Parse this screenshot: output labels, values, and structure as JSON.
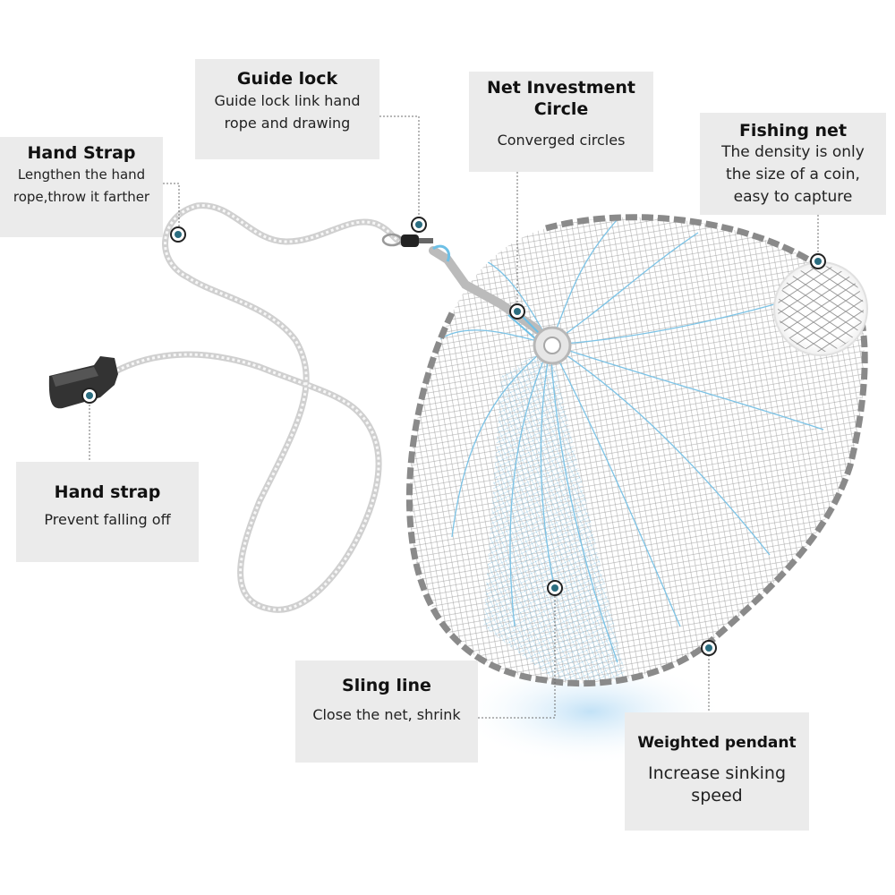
{
  "callouts": {
    "hand_strap_top": {
      "title": "Hand Strap",
      "lines": [
        "Lengthen the hand",
        "rope,throw it farther"
      ]
    },
    "guide_lock": {
      "title": "Guide lock",
      "lines": [
        "Guide lock link hand",
        "rope and drawing"
      ]
    },
    "net_circle": {
      "title_lines": [
        "Net Investment",
        "Circle"
      ],
      "lines": [
        "Converged circles"
      ]
    },
    "fishing_net": {
      "title": "Fishing net",
      "lines": [
        "The density is only",
        "the size of a coin,",
        "easy to capture"
      ]
    },
    "hand_strap_bottom": {
      "title": "Hand strap",
      "lines": [
        "Prevent falling off"
      ]
    },
    "sling_line": {
      "title": "Sling line",
      "lines": [
        "Close the net, shrink"
      ]
    },
    "weighted_pendant": {
      "title": "Weighted pendant",
      "lines": [
        "Increase sinking",
        "speed"
      ]
    }
  },
  "colors": {
    "callout_bg": "#ebebeb",
    "net_mesh": "#9a9a9a",
    "sling_line": "#7cc3e6",
    "rope": "#d4d4d4",
    "weights": "#8a8a8a",
    "marker_ring": "#2b6d80",
    "glow": "#cfe7f8"
  }
}
